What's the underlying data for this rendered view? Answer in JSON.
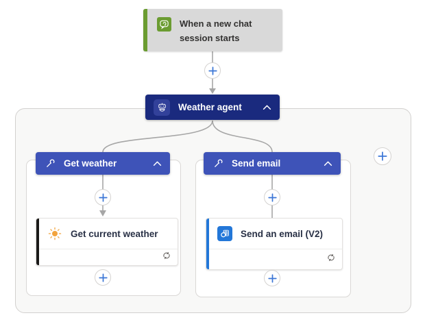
{
  "colors": {
    "trigger_green": "#6b9c31",
    "trigger_bg": "#d9d9d9",
    "agent_navy": "#1a2a7e",
    "agent_chip": "#32419a",
    "tool_blue": "#3e53b8",
    "plus_blue": "#3b76d6",
    "line_gray": "#a6a6a6",
    "sun_orange": "#f2a33c",
    "email_blue": "#2377d8",
    "card_stripe_dark": "#1b1a19"
  },
  "trigger": {
    "label": "When a new chat session starts",
    "icon": "chat-icon"
  },
  "agent": {
    "label": "Weather agent",
    "icon": "bot-icon",
    "collapse_icon": "chevron-up-icon"
  },
  "branches": [
    {
      "label": "Get weather",
      "icon": "wrench-icon",
      "collapse_icon": "chevron-up-icon",
      "action": {
        "title": "Get current weather",
        "icon": "sun-icon",
        "footer_icon": "connection-icon"
      }
    },
    {
      "label": "Send email",
      "icon": "wrench-icon",
      "collapse_icon": "chevron-up-icon",
      "action": {
        "title": "Send an email (V2)",
        "icon": "outlook-icon",
        "footer_icon": "connection-icon"
      }
    }
  ],
  "add_button_glyph": "+"
}
